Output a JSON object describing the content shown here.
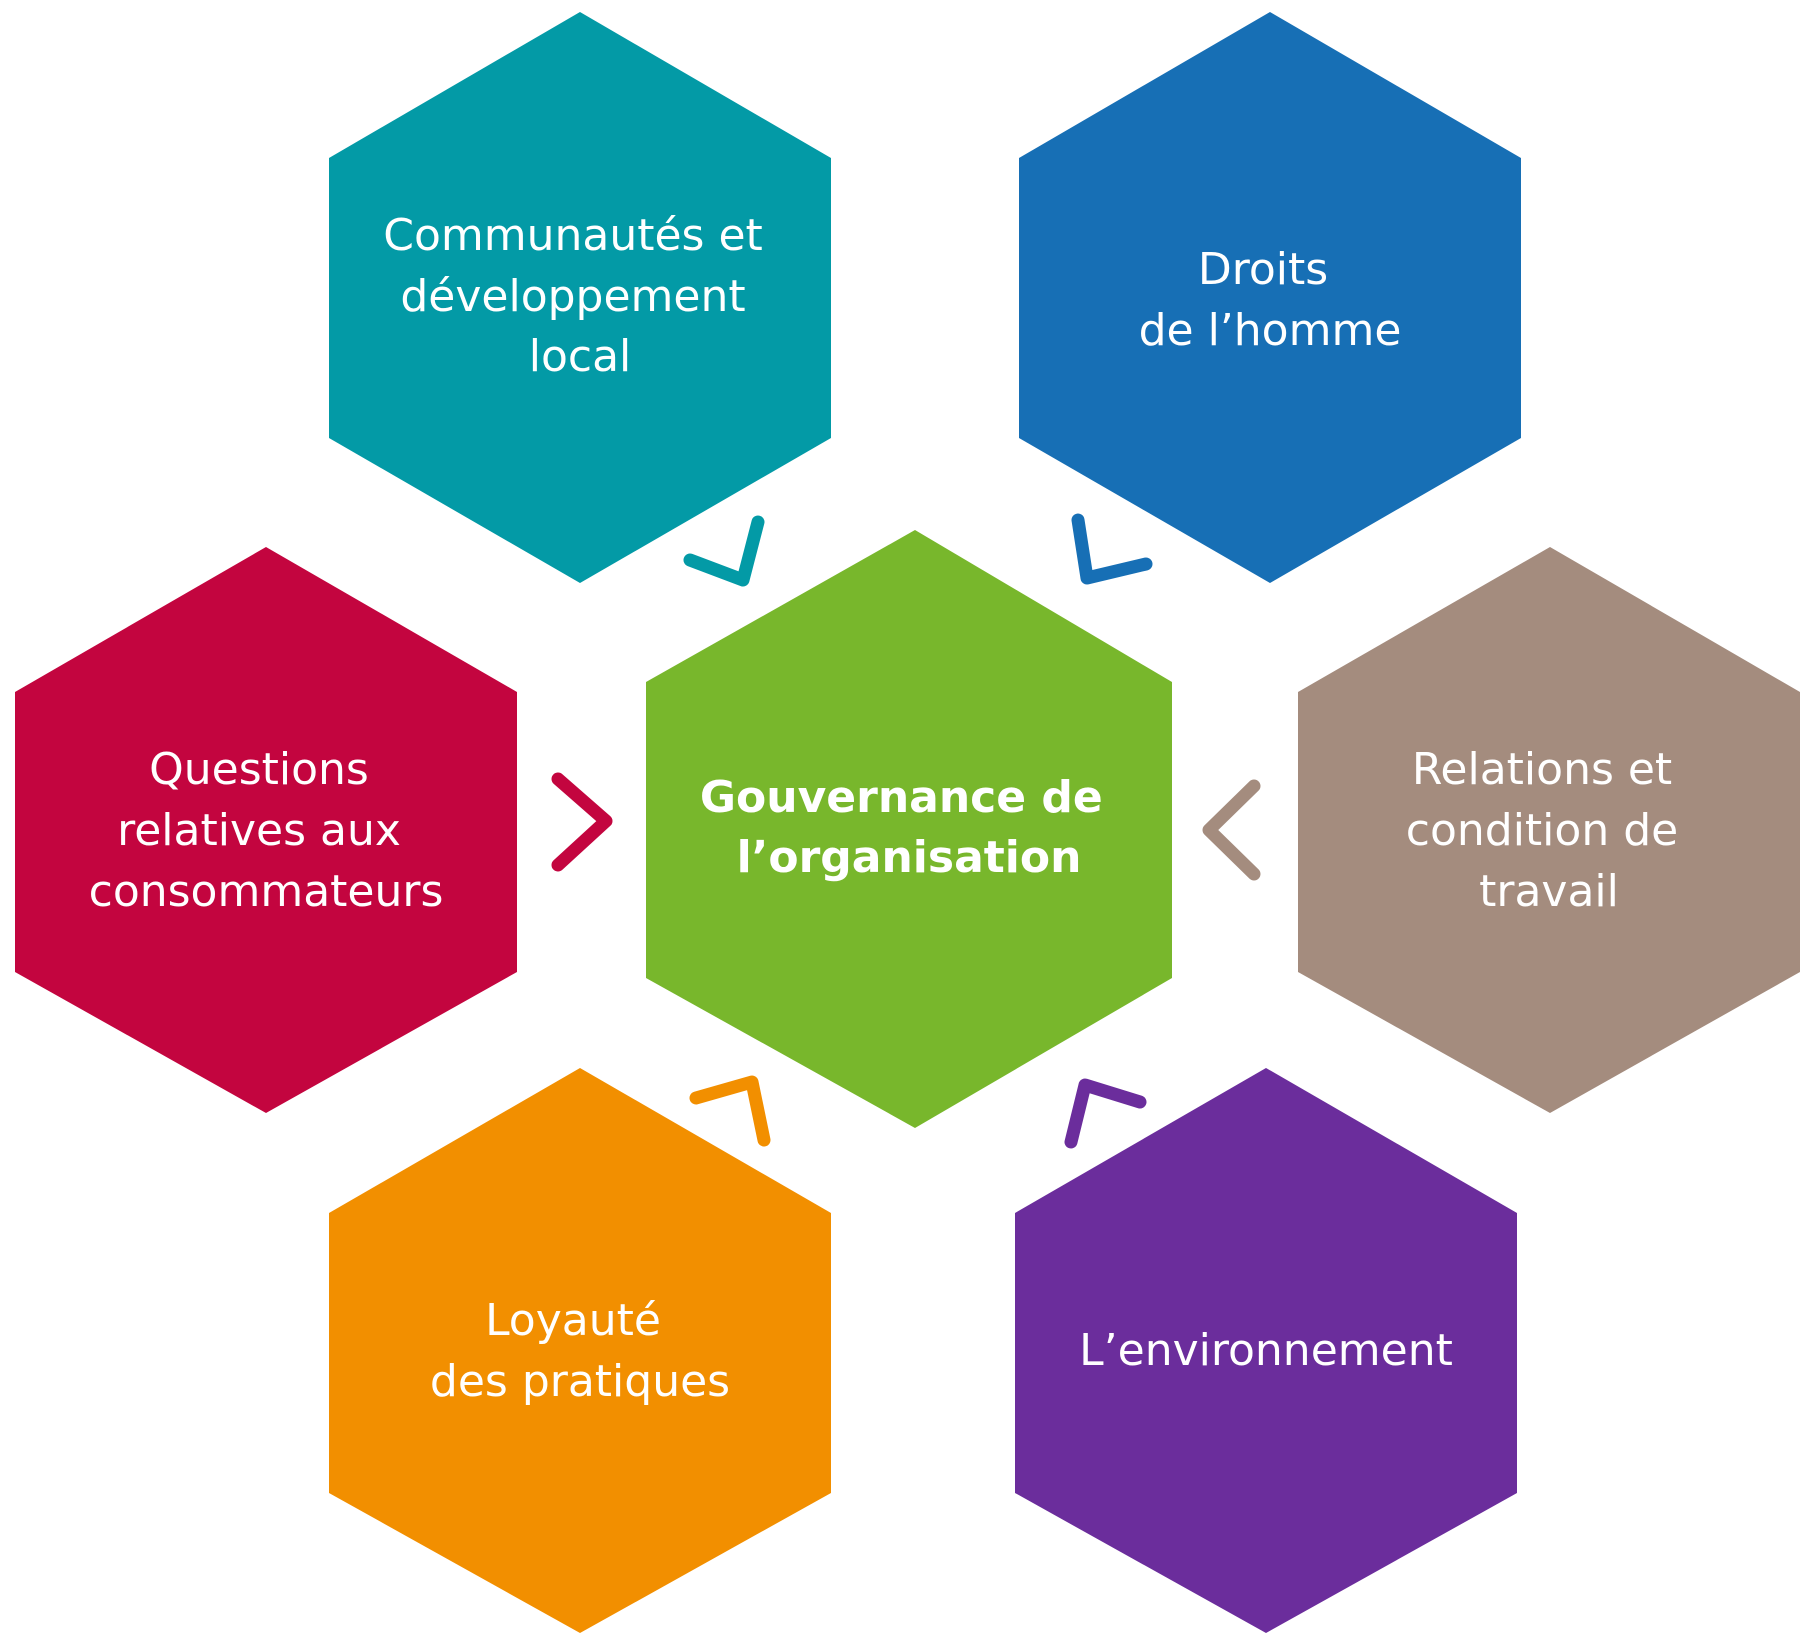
{
  "center": {
    "label_lines": [
      "Gouvernance de",
      "l’organisation"
    ],
    "color": "#78b72c"
  },
  "domains": [
    {
      "id": "communautes",
      "label_lines": [
        "Communautés et",
        "développement",
        "local"
      ],
      "color": "#039aa6",
      "icon": "chevron-down-right-icon"
    },
    {
      "id": "droits",
      "label_lines": [
        "Droits",
        "de l’homme"
      ],
      "color": "#176fb5",
      "icon": "chevron-down-left-icon"
    },
    {
      "id": "questions",
      "label_lines": [
        "Questions",
        "relatives aux",
        "consommateurs"
      ],
      "color": "#c3053f",
      "icon": "chevron-right-icon"
    },
    {
      "id": "relations",
      "label_lines": [
        "Relations et",
        "condition de",
        "travail"
      ],
      "color": "#a48c7e",
      "icon": "chevron-left-icon"
    },
    {
      "id": "loyaute",
      "label_lines": [
        "Loyauté",
        "des pratiques"
      ],
      "color": "#f28f00",
      "icon": "chevron-up-right-icon"
    },
    {
      "id": "environnement",
      "label_lines": [
        "L’environnement"
      ],
      "color": "#6b2d9c",
      "icon": "chevron-up-left-icon"
    }
  ]
}
